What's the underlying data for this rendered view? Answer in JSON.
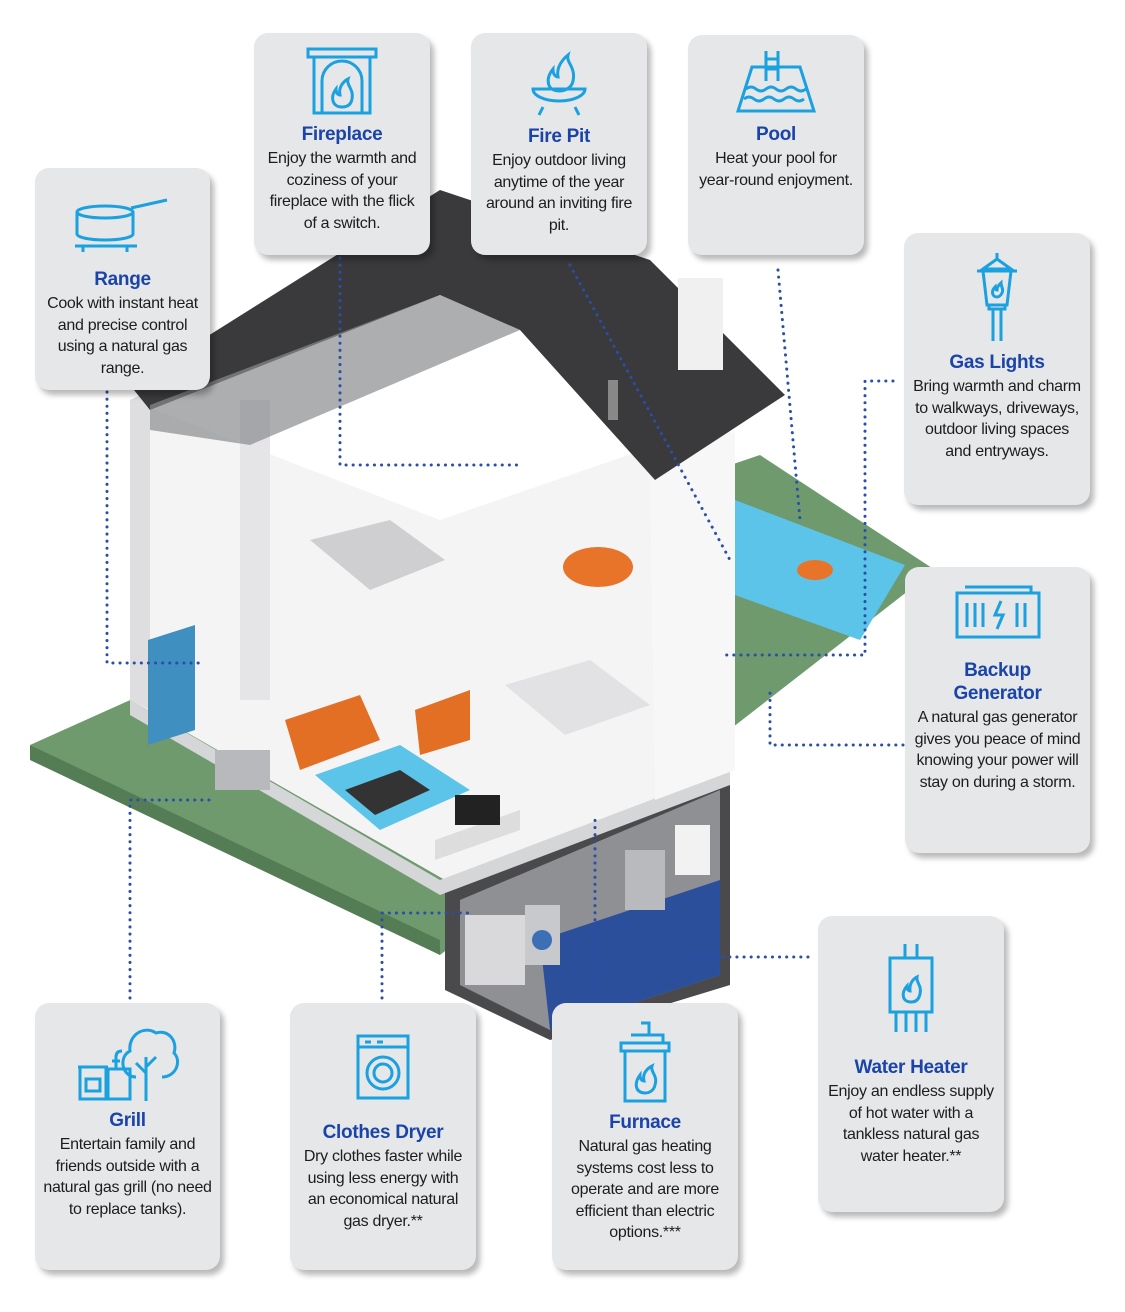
{
  "colors": {
    "card_bg": "#e6e7e9",
    "title": "#1a44a8",
    "icon": "#1ba0e0",
    "connector": "#2a4fa8",
    "lawn": "#6e9a6e",
    "roof": "#3a3a3c",
    "pool": "#5cc4e8",
    "basement_floor": "#2b4f9a"
  },
  "cards": {
    "range": {
      "icon": "saucepan-icon",
      "title": "Range",
      "text": "Cook with instant heat and precise control using a natural gas range."
    },
    "fireplace": {
      "icon": "fireplace-icon",
      "title": "Fireplace",
      "text": "Enjoy the warmth and coziness of your fireplace with the flick of a switch."
    },
    "fire_pit": {
      "icon": "fire-pit-icon",
      "title": "Fire Pit",
      "text": "Enjoy outdoor living anytime of the year around an inviting fire pit."
    },
    "pool": {
      "icon": "pool-icon",
      "title": "Pool",
      "text": "Heat your pool for year-round enjoyment."
    },
    "gas_lights": {
      "icon": "lantern-icon",
      "title": "Gas Lights",
      "text": "Bring warmth and charm to walkways, driveways, outdoor living spaces and entryways."
    },
    "generator": {
      "icon": "generator-icon",
      "title": "Backup Generator",
      "text": "A natural gas generator gives you peace of mind knowing your power will stay on during a storm."
    },
    "water_heater": {
      "icon": "water-heater-icon",
      "title": "Water Heater",
      "text": "Enjoy an endless supply of hot water with a tankless natural gas water heater.**"
    },
    "grill": {
      "icon": "grill-icon",
      "title": "Grill",
      "text": "Entertain family and friends outside with a natural gas grill (no need to replace tanks)."
    },
    "dryer": {
      "icon": "dryer-icon",
      "title": "Clothes Dryer",
      "text": "Dry clothes faster while using less energy with an economical natural gas dryer.**"
    },
    "furnace": {
      "icon": "furnace-icon",
      "title": "Furnace",
      "text": "Natural gas heating systems cost less to operate and are more efficient than electric options.***"
    }
  }
}
